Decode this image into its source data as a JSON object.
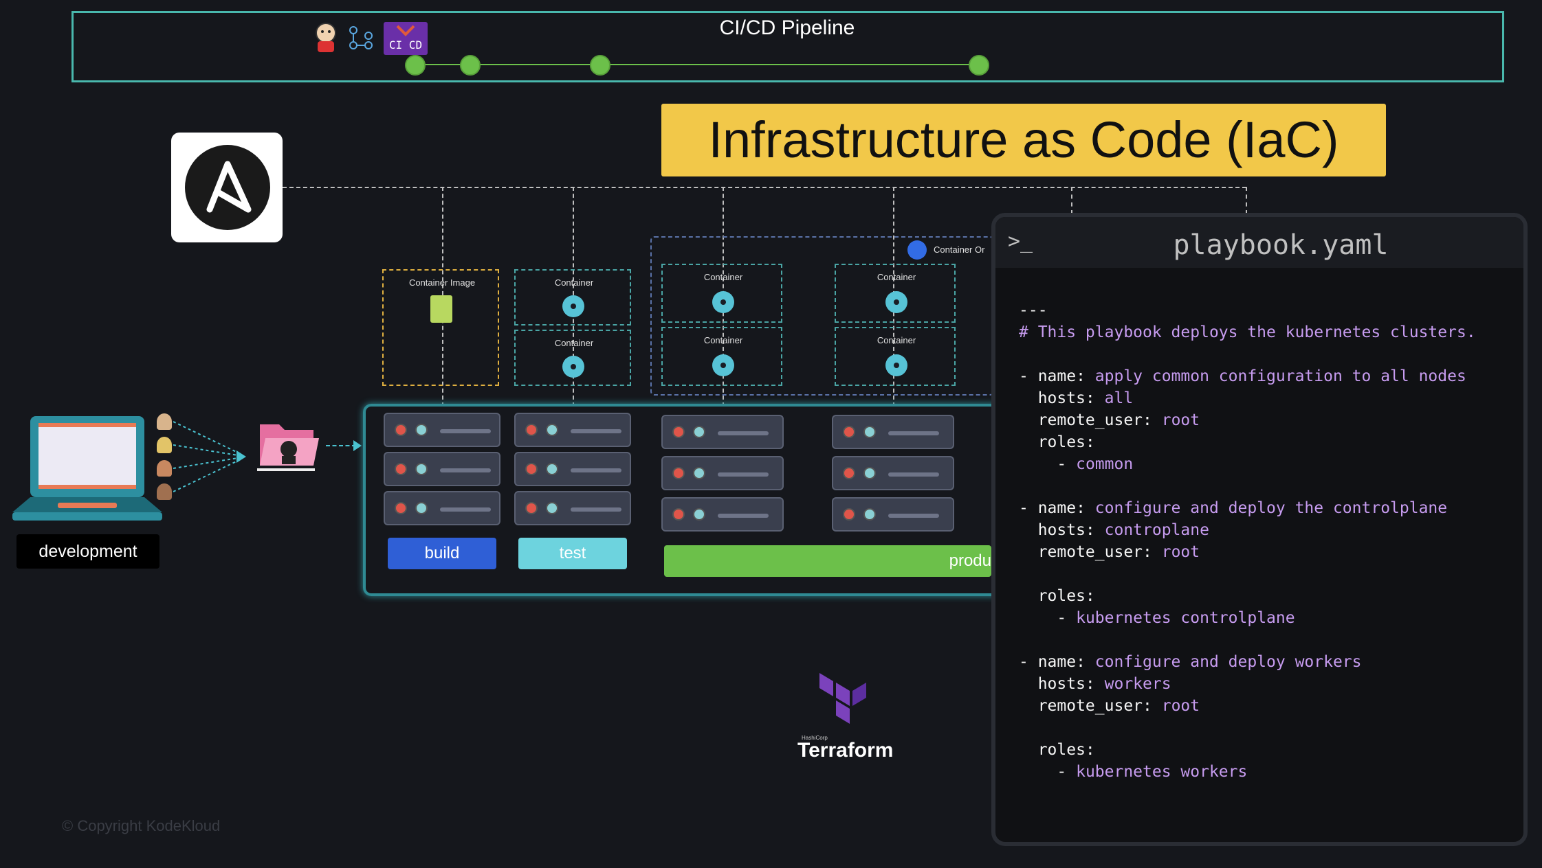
{
  "pipeline": {
    "title": "CI/CD Pipeline",
    "tool_badge": "CI CD"
  },
  "banner": {
    "title": "Infrastructure as Code (IaC)"
  },
  "diagram": {
    "container_image_label": "Container Image",
    "container_label": "Container",
    "orchestration_label": "Container Or",
    "env_build": "build",
    "env_test": "test",
    "env_prod": "produ",
    "dev_label": "development",
    "terraform_label": "Terraform",
    "terraform_vendor": "HashiCorp"
  },
  "panel": {
    "prompt": ">_",
    "title": "playbook.yaml",
    "lines": [
      {
        "k": "---",
        "v": ""
      },
      {
        "k": "# This playbook deploys the kubernetes clusters.",
        "v": ""
      },
      {
        "k": "",
        "v": ""
      },
      {
        "k": "- name: ",
        "v": "apply common configuration to all nodes"
      },
      {
        "k": "  hosts: ",
        "v": "all"
      },
      {
        "k": "  remote_user: ",
        "v": "root"
      },
      {
        "k": "  roles:",
        "v": ""
      },
      {
        "k": "    - ",
        "v": "common"
      },
      {
        "k": "",
        "v": ""
      },
      {
        "k": "- name: ",
        "v": "configure and deploy the controlplane"
      },
      {
        "k": "  hosts: ",
        "v": "controplane"
      },
      {
        "k": "  remote_user: ",
        "v": "root"
      },
      {
        "k": "",
        "v": ""
      },
      {
        "k": "  roles:",
        "v": ""
      },
      {
        "k": "    - ",
        "v": "kubernetes controlplane"
      },
      {
        "k": "",
        "v": ""
      },
      {
        "k": "- name: ",
        "v": "configure and deploy workers"
      },
      {
        "k": "  hosts: ",
        "v": "workers"
      },
      {
        "k": "  remote_user: ",
        "v": "root"
      },
      {
        "k": "",
        "v": ""
      },
      {
        "k": "  roles:",
        "v": ""
      },
      {
        "k": "    - ",
        "v": "kubernetes workers"
      }
    ]
  },
  "footer": {
    "copyright": "© Copyright KodeKloud"
  },
  "colors": {
    "accent_teal": "#49b8ad",
    "banner_yellow": "#f2c849",
    "build_blue": "#2f5fd6",
    "test_cyan": "#6dd3de",
    "prod_green": "#6cc04a",
    "code_purple": "#c79cf0"
  }
}
